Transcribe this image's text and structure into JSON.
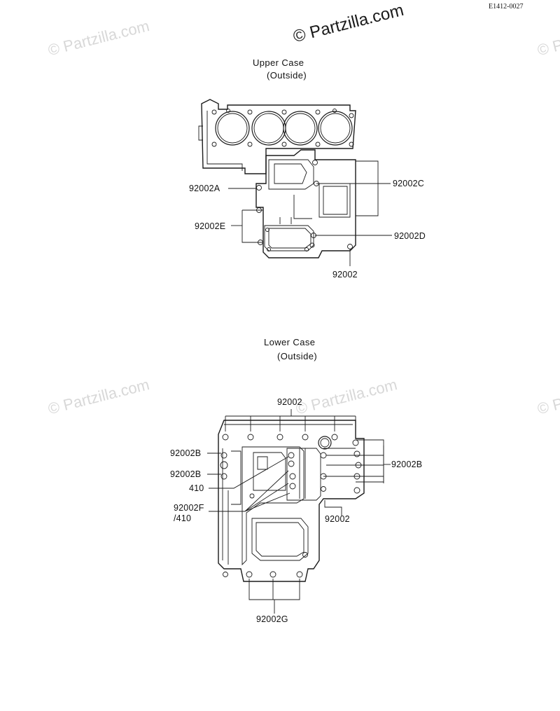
{
  "figure_code": "E1412-0027",
  "watermarks": {
    "center": "© Partzilla.com",
    "faint": "© Partzilla.com"
  },
  "upper": {
    "title": "Upper Case",
    "subtitle": "(Outside)",
    "labels": {
      "a": "92002A",
      "c": "92002C",
      "e": "92002E",
      "d": "92002D",
      "plain": "92002"
    }
  },
  "lower": {
    "title": "Lower Case",
    "subtitle": "(Outside)",
    "labels": {
      "top": "92002",
      "b1": "92002B",
      "b2": "92002B",
      "l410": "410",
      "f": "92002F",
      "f410": "/410",
      "b_right": "92002B",
      "right_bottom": "92002",
      "g": "92002G"
    }
  }
}
